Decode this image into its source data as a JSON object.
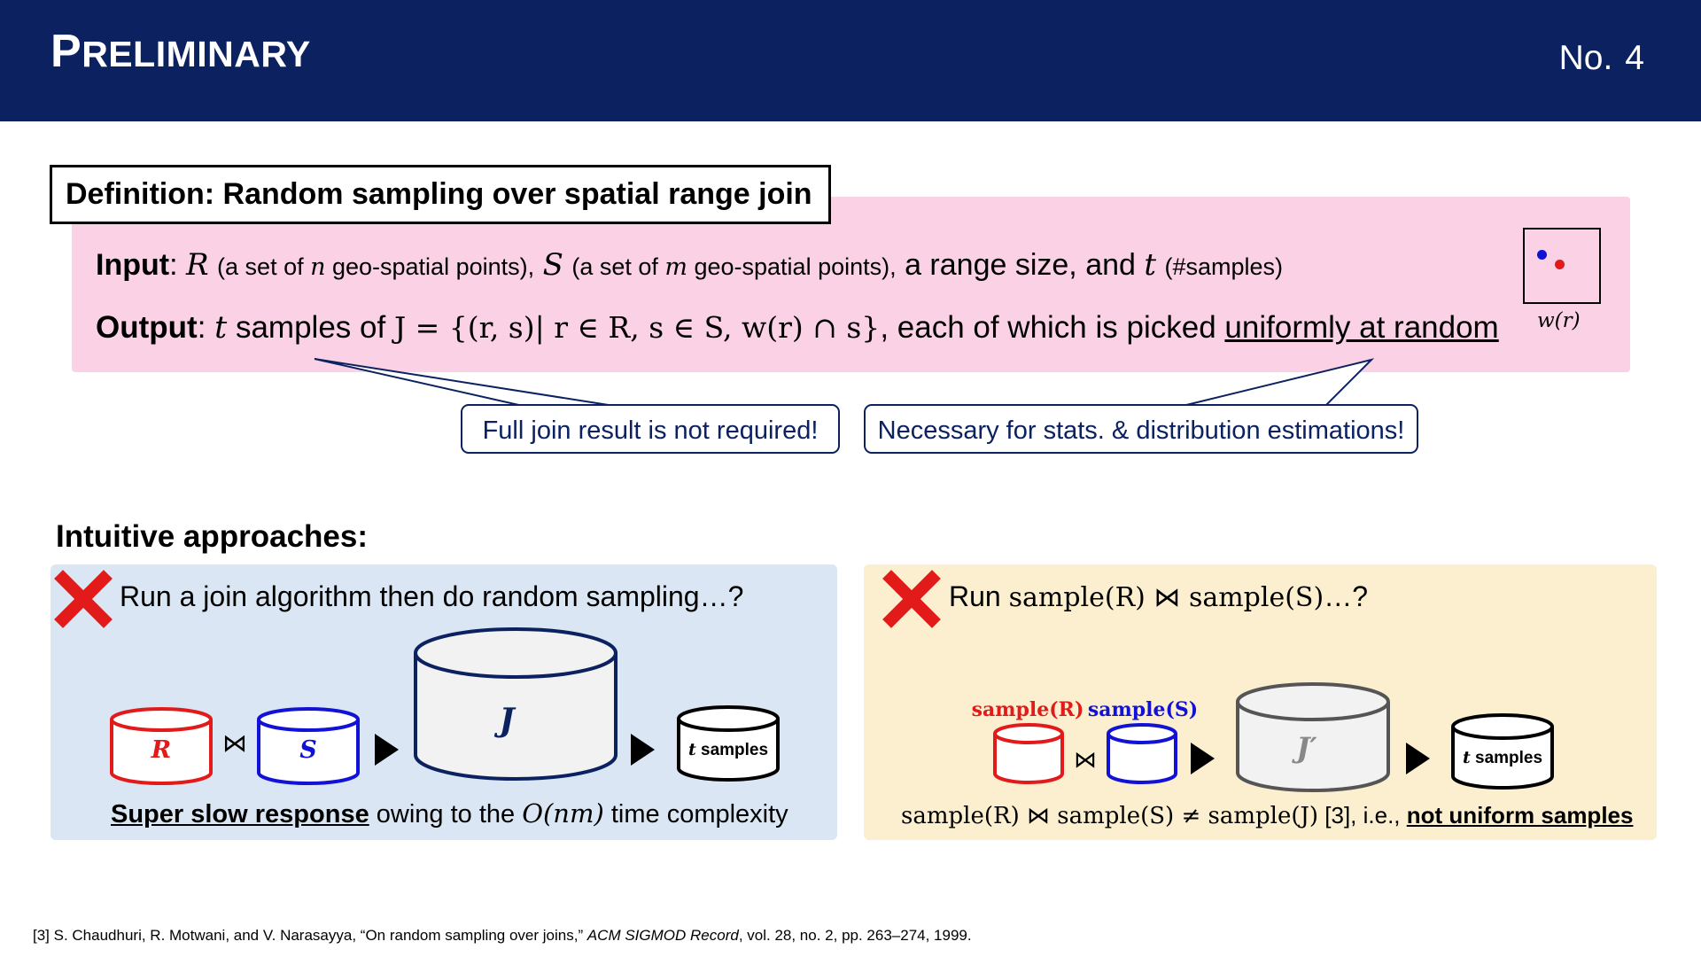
{
  "header": {
    "title_first": "P",
    "title_rest": "RELIMINARY",
    "page_label": "No.",
    "page_number": "4"
  },
  "definition": {
    "title": "Definition: Random sampling over spatial range join",
    "input_label": "Input",
    "R": "R",
    "R_desc_pre": "(a set of ",
    "n": "n",
    "R_desc_post": " geo-spatial points),",
    "S": "S",
    "S_desc_pre": "(a set of ",
    "m": "m",
    "S_desc_post": " geo-spatial points),",
    "range_text": "a range size, and",
    "t": "t",
    "t_desc": "(#samples)",
    "output_label": "Output",
    "output_samples_of": "samples of",
    "formula": "J = {(r, s)| r ∈ R, s ∈ S, w(r) ∩ s}",
    "output_rest": ", each of which is picked",
    "output_underline": "uniformly at random",
    "w_label": "w(r)"
  },
  "callouts": {
    "left": "Full join result is not required!",
    "right": "Necessary for stats. & distribution estimations!"
  },
  "approaches": {
    "heading": "Intuitive approaches:",
    "left": {
      "question": "Run a join algorithm then do random sampling…?",
      "db_R": "R",
      "db_S": "S",
      "join_symbol": "⋈",
      "db_J": "J",
      "db_t": "t",
      "db_t_rest": " samples",
      "bottom_bold": "Super slow response",
      "bottom_mid": " owing to the ",
      "bottom_math": "O(nm)",
      "bottom_end": " time complexity"
    },
    "right": {
      "run": "Run ",
      "question_math": "sample(R) ⋈ sample(S)",
      "question_end": "…?",
      "label_R": "sample(R)",
      "label_S": "sample(S)",
      "join_symbol": "⋈",
      "db_J": "J′",
      "db_t": "t",
      "db_t_rest": " samples",
      "bottom_math": "sample(R) ⋈ sample(S) ≠ sample(J)",
      "bottom_ref": " [3], i.e., ",
      "bottom_bold": "not uniform samples"
    }
  },
  "footnote": {
    "pre": "[3] S. Chaudhuri, R. Motwani, and V. Narasayya, “On random sampling over joins,” ",
    "journal": "ACM SIGMOD Record",
    "post": ", vol. 28, no. 2, pp. 263–274, 1999."
  },
  "colors": {
    "header_bg": "#0b2160",
    "definition_bg": "#fad1e5",
    "left_panel_bg": "#dae6f3",
    "right_panel_bg": "#fcefd0",
    "red": "#e21a1a",
    "blue": "#1212d6",
    "navy": "#0b2160"
  }
}
